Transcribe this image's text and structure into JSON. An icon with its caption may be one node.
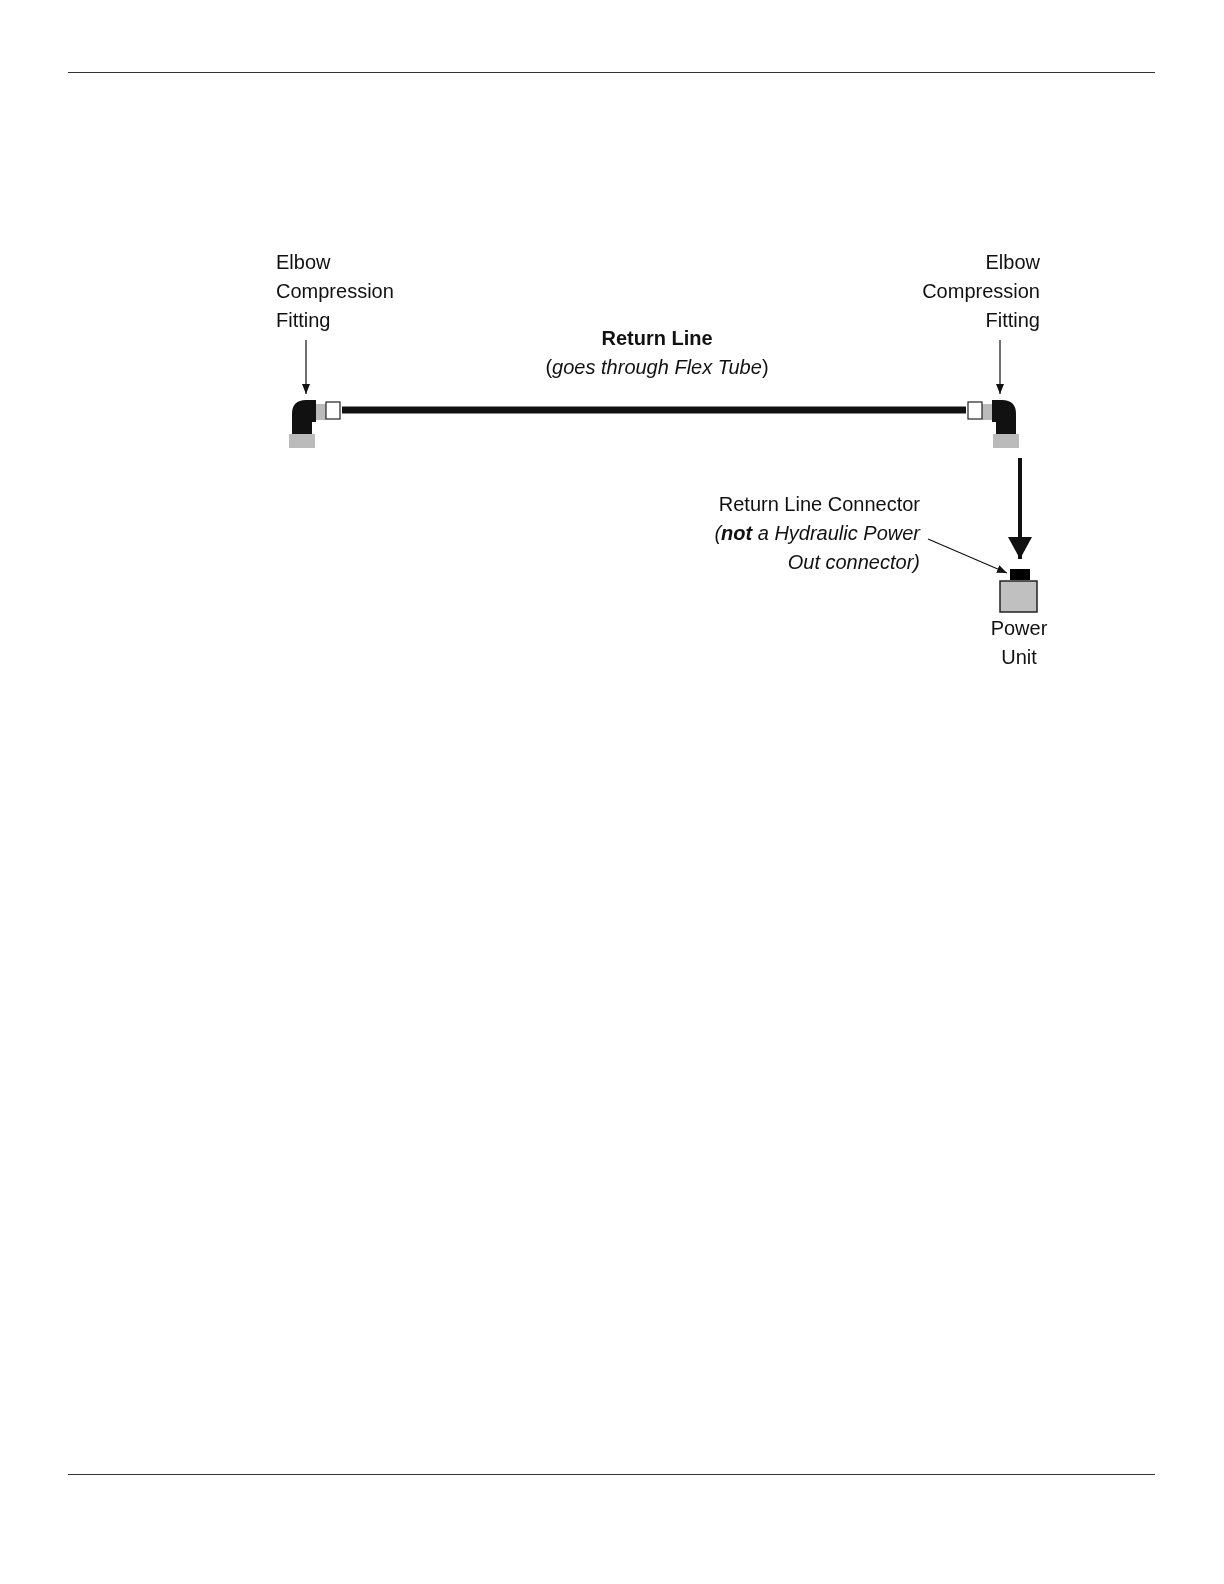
{
  "diagram": {
    "nodes": [
      {
        "text": [
          "Elbow Compression Fitting"
        ]
      },
      {
        "text": [],
        "shape": "picture"
      },
      {
        "text": [
          "Elbow Compression Fitting"
        ]
      },
      {
        "text": [],
        "shape": "picture"
      },
      {
        "text": [
          "Return Line Connector",
          "(**not** a Hydraulic Power Out connector)"
        ]
      },
      {
        "text": [],
        "shape": "box"
      },
      {
        "text": [
          "Power Unit"
        ]
      }
    ],
    "edges": [
      {
        "from": 0,
        "to": 1,
        "arrow": "to"
      },
      {
        "from": 2,
        "to": 3,
        "arrow": "to"
      },
      {
        "from": 1,
        "to": 3,
        "arrow": "none",
        "style": "thick"
      },
      {
        "from": 3,
        "to": 5,
        "arrow": "to",
        "style": "thick"
      },
      {
        "from": 4,
        "to": 5,
        "arrow": "to"
      }
    ],
    "labels": [
      "Return Line",
      "(*goes through Flex Tube*)"
    ]
  }
}
